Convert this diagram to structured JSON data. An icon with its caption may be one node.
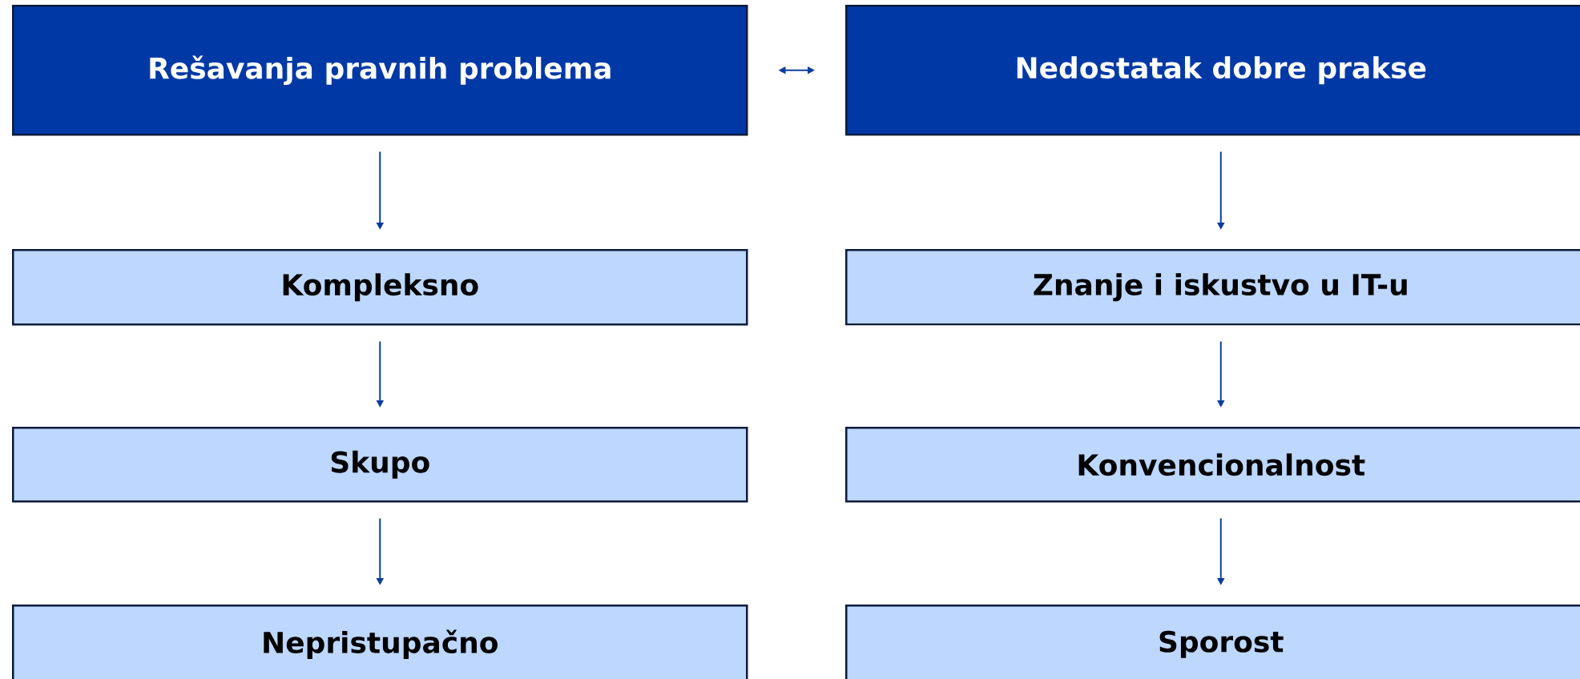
{
  "diagram": {
    "nodes": [
      {
        "text": [
          "Rešavanja pravnih problema"
        ]
      },
      {
        "text": [
          "Kompleksno"
        ]
      },
      {
        "text": [
          "Skupo"
        ]
      },
      {
        "text": [
          "Nepristupačno"
        ]
      },
      {
        "text": [
          "Nedostatak dobre prakse"
        ]
      },
      {
        "text": [
          "Znanje i iskustvo u IT-u"
        ]
      },
      {
        "text": [
          "Konvencionalnost"
        ]
      },
      {
        "text": [
          "Sporost"
        ]
      }
    ],
    "edges": [
      {
        "from": 0,
        "to": 4,
        "arrow": "both"
      },
      {
        "from": 0,
        "to": 1,
        "arrow": "to"
      },
      {
        "from": 1,
        "to": 2,
        "arrow": "to"
      },
      {
        "from": 2,
        "to": 3,
        "arrow": "to"
      },
      {
        "from": 4,
        "to": 5,
        "arrow": "to"
      },
      {
        "from": 5,
        "to": 6,
        "arrow": "to"
      },
      {
        "from": 6,
        "to": 7,
        "arrow": "to"
      }
    ]
  }
}
